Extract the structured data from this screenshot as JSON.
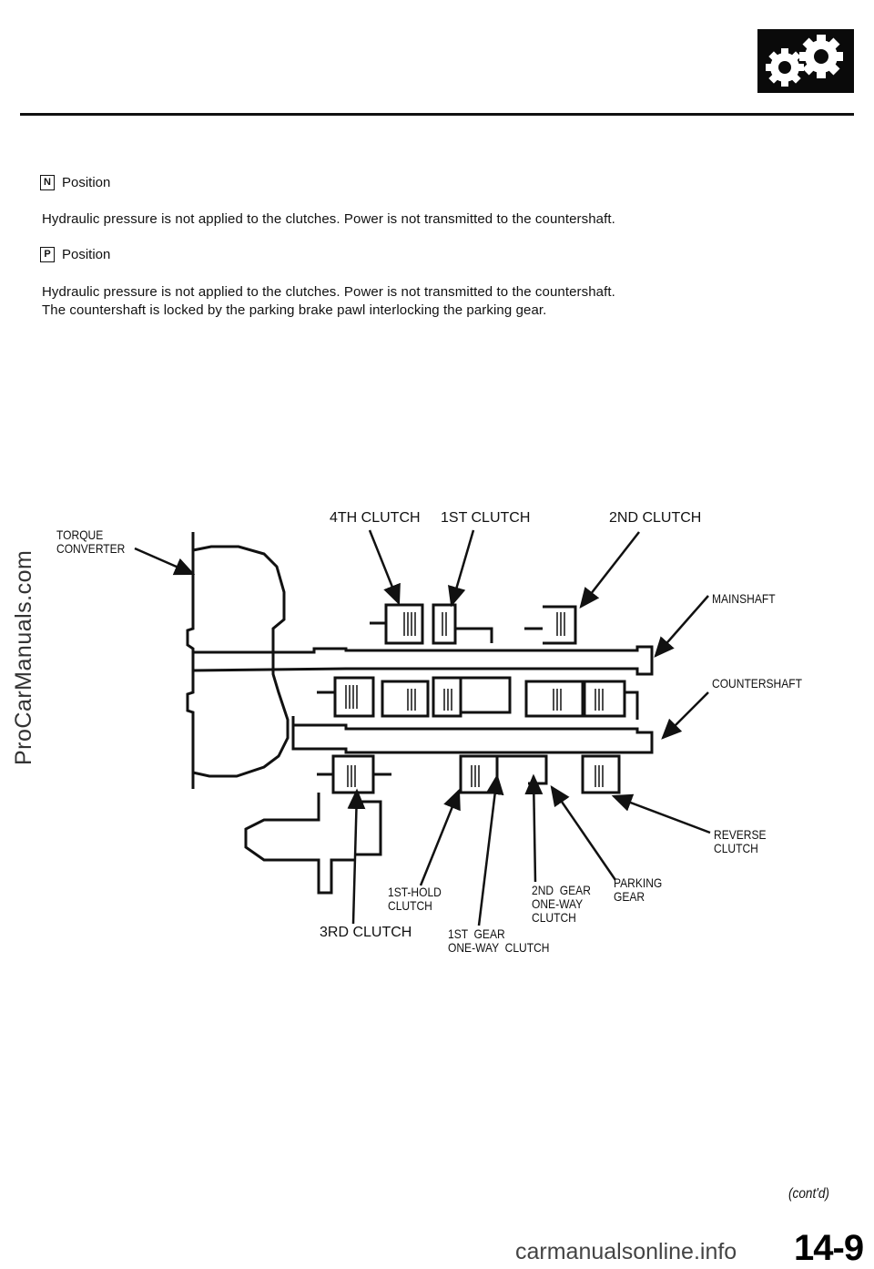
{
  "header": {
    "logo_icon": "gears-icon"
  },
  "sections": [
    {
      "letter": "N",
      "title": "Position",
      "lines": [
        "Hydraulic pressure is not applied to the clutches. Power is not transmitted to the countershaft."
      ]
    },
    {
      "letter": "P",
      "title": "Position",
      "lines": [
        "Hydraulic pressure is not applied to the clutches. Power is not transmitted to the countershaft.",
        "The countershaft is locked by the parking brake pawl interlocking the parking gear."
      ]
    }
  ],
  "diagram": {
    "labels": {
      "torque_converter": "TORQUE\nCONVERTER",
      "clutch_4th": "4TH CLUTCH",
      "clutch_1st": "1ST CLUTCH",
      "clutch_2nd": "2ND CLUTCH",
      "mainshaft": "MAINSHAFT",
      "countershaft": "COUNTERSHAFT",
      "reverse_clutch": "REVERSE\nCLUTCH",
      "parking_gear": "PARKING\nGEAR",
      "gear2_oneway": "2ND  GEAR\nONE-WAY\nCLUTCH",
      "hold_1st": "1ST-HOLD\nCLUTCH",
      "clutch_3rd": "3RD CLUTCH",
      "gear1_oneway": "1ST  GEAR\nONE-WAY  CLUTCH"
    }
  },
  "footer": {
    "contd": "(cont'd)",
    "page_number": "14-9",
    "side_watermark": "ProCarManuals.com",
    "bottom_watermark": "carmanualsonline.info"
  }
}
